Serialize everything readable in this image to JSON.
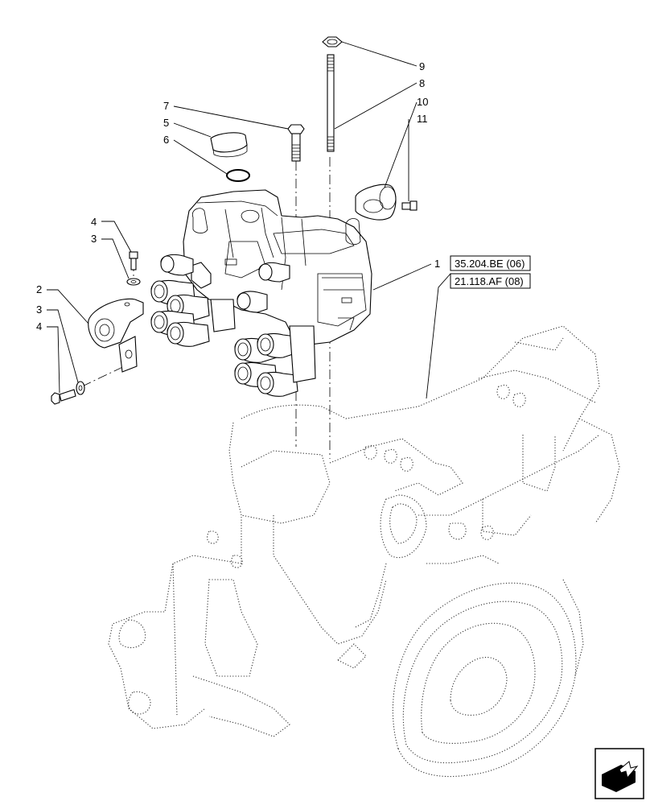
{
  "callouts": [
    {
      "id": "c1",
      "label": "1"
    },
    {
      "id": "c2",
      "label": "2"
    },
    {
      "id": "c3a",
      "label": "3"
    },
    {
      "id": "c3b",
      "label": "3"
    },
    {
      "id": "c4a",
      "label": "4"
    },
    {
      "id": "c4b",
      "label": "4"
    },
    {
      "id": "c5",
      "label": "5"
    },
    {
      "id": "c6",
      "label": "6"
    },
    {
      "id": "c7",
      "label": "7"
    },
    {
      "id": "c8",
      "label": "8"
    },
    {
      "id": "c9",
      "label": "9"
    },
    {
      "id": "c10",
      "label": "10"
    },
    {
      "id": "c11",
      "label": "11"
    }
  ],
  "references": [
    {
      "id": "ref1",
      "label": "35.204.BE (06)"
    },
    {
      "id": "ref2",
      "label": "21.118.AF (08)"
    }
  ],
  "nav_icon": "next-page-arrow-icon"
}
